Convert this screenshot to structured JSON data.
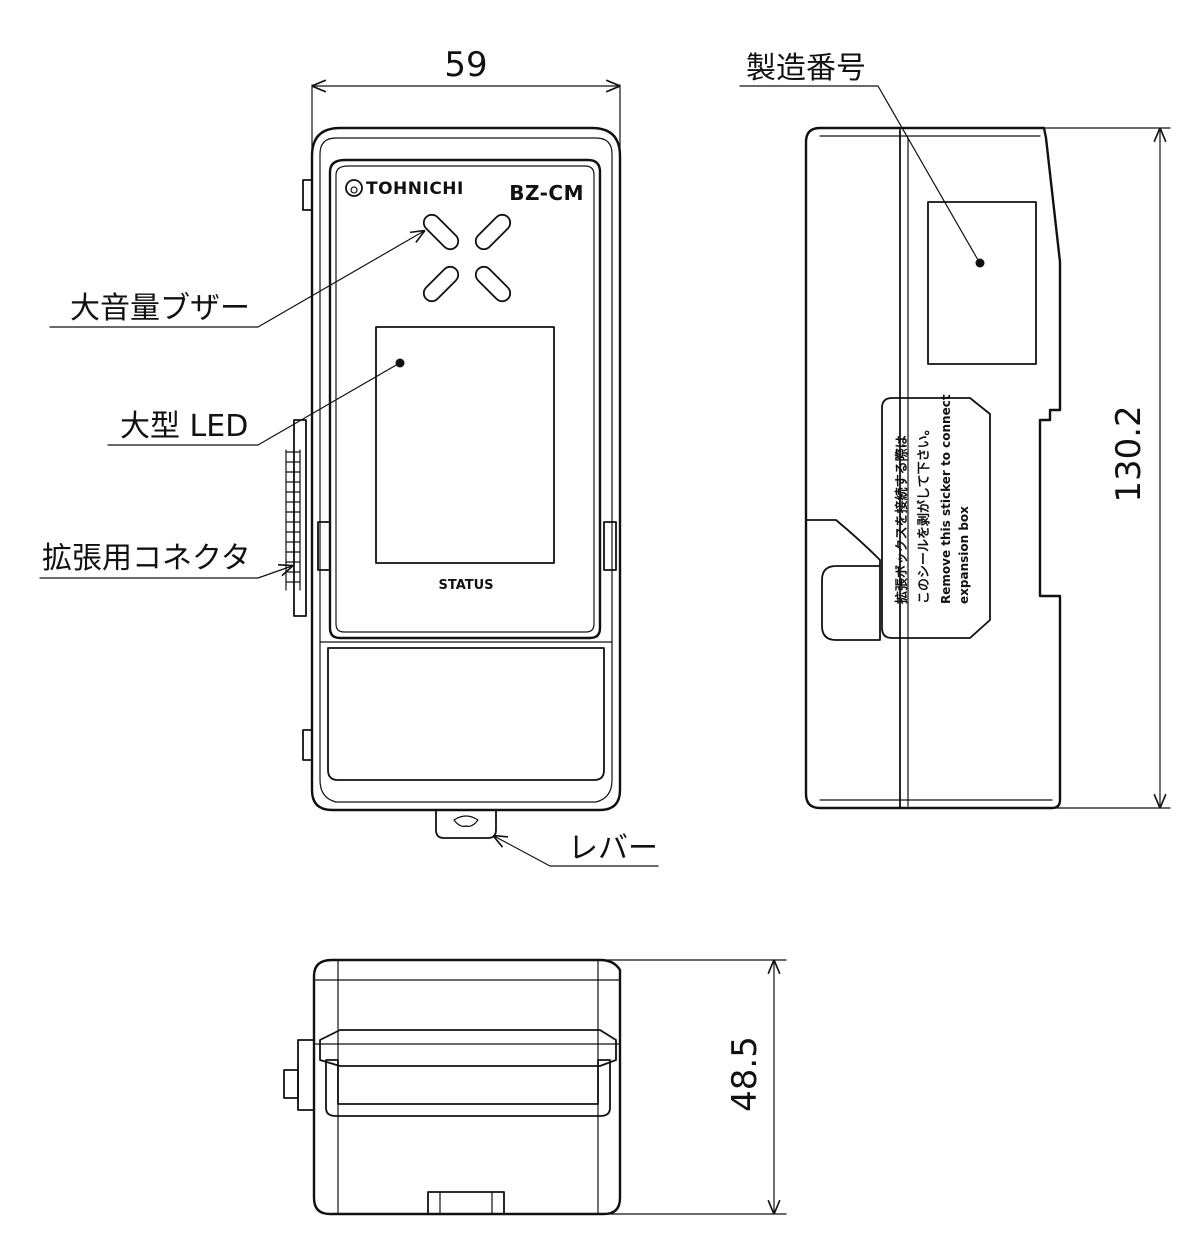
{
  "dimensions": {
    "width": "59",
    "height": "130.2",
    "depth": "48.5"
  },
  "labels": {
    "serial_number": "製造番号",
    "buzzer": "大音量ブザー",
    "led": "大型 LED",
    "connector": "拡張用コネクタ",
    "lever": "レバー"
  },
  "device": {
    "brand": "TOHNICHI",
    "model": "BZ-CM",
    "status": "STATUS"
  },
  "sticker": {
    "line1": "拡張ボックスを接続する際は",
    "line2": "このシールを剥がして下さい。",
    "line3": "Remove this sticker to connect",
    "line4": "expansion box"
  },
  "colors": {
    "line": "#111111",
    "background": "#ffffff"
  }
}
